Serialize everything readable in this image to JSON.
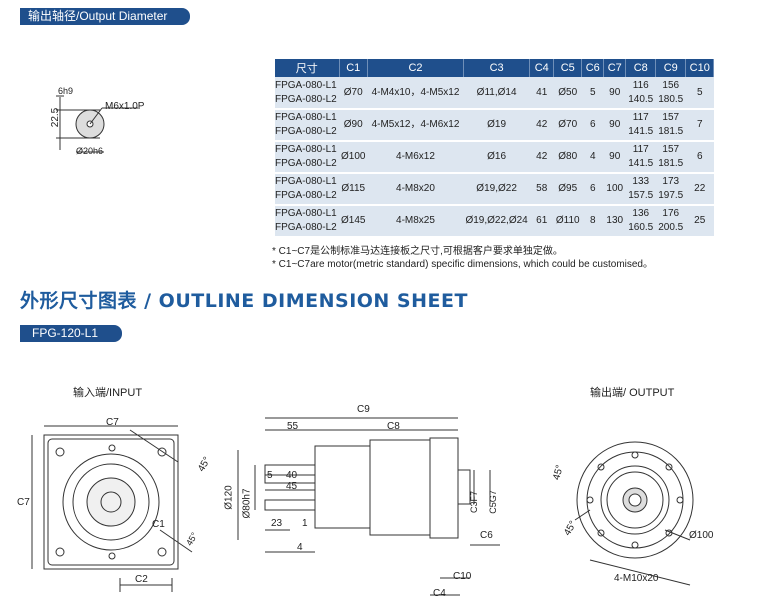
{
  "output_tag": "输出轴径/Output Diameter",
  "shaft_labels": {
    "key_width": "6h9",
    "thread": "M6x1.0P",
    "height": "22.5",
    "diameter": "Ø20h6"
  },
  "table": {
    "headers": [
      "尺寸",
      "C1",
      "C2",
      "C3",
      "C4",
      "C5",
      "C6",
      "C7",
      "C8",
      "C9",
      "C10"
    ],
    "rows": [
      {
        "models": [
          "FPGA-080-L1",
          "FPGA-080-L2"
        ],
        "c1": "Ø70",
        "c2": "4-M4x10，4-M5x12",
        "c3": "Ø11,Ø14",
        "c4": "41",
        "c5": "Ø50",
        "c6": "5",
        "c7": "90",
        "c8": [
          "116",
          "140.5"
        ],
        "c9": [
          "156",
          "180.5"
        ],
        "c10": "5"
      },
      {
        "models": [
          "FPGA-080-L1",
          "FPGA-080-L2"
        ],
        "c1": "Ø90",
        "c2": "4-M5x12，4-M6x12",
        "c3": "Ø19",
        "c4": "42",
        "c5": "Ø70",
        "c6": "6",
        "c7": "90",
        "c8": [
          "117",
          "141.5"
        ],
        "c9": [
          "157",
          "181.5"
        ],
        "c10": "7"
      },
      {
        "models": [
          "FPGA-080-L1",
          "FPGA-080-L2"
        ],
        "c1": "Ø100",
        "c2": "4-M6x12",
        "c3": "Ø16",
        "c4": "42",
        "c5": "Ø80",
        "c6": "4",
        "c7": "90",
        "c8": [
          "117",
          "141.5"
        ],
        "c9": [
          "157",
          "181.5"
        ],
        "c10": "6"
      },
      {
        "models": [
          "FPGA-080-L1",
          "FPGA-080-L2"
        ],
        "c1": "Ø115",
        "c2": "4-M8x20",
        "c3": "Ø19,Ø22",
        "c4": "58",
        "c5": "Ø95",
        "c6": "6",
        "c7": "100",
        "c8": [
          "133",
          "157.5"
        ],
        "c9": [
          "173",
          "197.5"
        ],
        "c10": "22"
      },
      {
        "models": [
          "FPGA-080-L1",
          "FPGA-080-L2"
        ],
        "c1": "Ø145",
        "c2": "4-M8x25",
        "c3": "Ø19,Ø22,Ø24",
        "c4": "61",
        "c5": "Ø110",
        "c6": "8",
        "c7": "130",
        "c8": [
          "136",
          "160.5"
        ],
        "c9": [
          "176",
          "200.5"
        ],
        "c10": "25"
      }
    ]
  },
  "notes": [
    "* C1~C7是公制标准马达连接板之尺寸,可根据客户要求单独定做。",
    "* C1~C7are motor(metric standard)  specific dimensions, which could be customised。"
  ],
  "sheet_title": "外形尺寸图表 / OUTLINE DIMENSION SHEET",
  "model_tag": "FPG-120-L1",
  "input_view": {
    "title": "输入端/INPUT",
    "c7_top": "C7",
    "c7_side": "C7",
    "angle1": "45°",
    "c1": "C1",
    "angle2": "45°",
    "c2": "C2"
  },
  "side_view": {
    "c9": "C9",
    "d55": "55",
    "c8": "C8",
    "d5": "5",
    "d40": "40",
    "d45": "45",
    "d120": "Ø120",
    "d80": "Ø80h7",
    "d23": "23",
    "d1": "1",
    "d4": "4",
    "c3": "C3F7",
    "c5": "C5G7",
    "c6": "C6",
    "c10": "C10",
    "c4": "C4"
  },
  "output_view": {
    "title": "输出端/ OUTPUT",
    "angle1": "45°",
    "angle2": "45°",
    "d100": "Ø100",
    "holes": "4-M10x20"
  }
}
